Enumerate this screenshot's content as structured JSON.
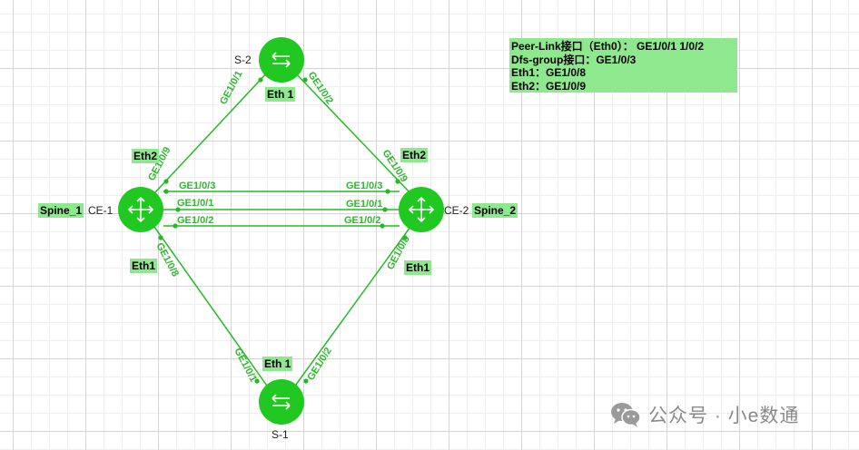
{
  "info_box": {
    "lines": [
      "Peer-Link接口（Eth0）： GE1/0/1 1/0/2",
      "Dfs-group接口：GE1/0/3",
      "Eth1：GE1/0/8",
      "Eth2：GE1/0/9"
    ]
  },
  "nodes": {
    "s2": {
      "name": "S-2",
      "icon": "switch-icon"
    },
    "s1": {
      "name": "S-1",
      "icon": "switch-icon"
    },
    "ce1": {
      "name": "CE-1",
      "icon": "router-icon"
    },
    "ce2": {
      "name": "CE-2",
      "icon": "router-icon"
    }
  },
  "tags": {
    "spine1": "Spine_1",
    "spine2": "Spine_2",
    "s2_eth": "Eth 1",
    "s1_eth": "Eth 1",
    "ce1_eth2": "Eth2",
    "ce1_eth1": "Eth1",
    "ce2_eth2": "Eth2",
    "ce2_eth1": "Eth1"
  },
  "ports": {
    "s2_left": "GE1/0/1",
    "s2_right": "GE1/0/2",
    "ce1_up": "GE1/0/9",
    "ce2_up": "GE1/0/9",
    "ce1_down": "GE1/0/8",
    "ce2_down": "GE1/0/8",
    "s1_left": "GE1/0/1",
    "s1_right": "GE1/0/2",
    "link3_left": "GE1/0/3",
    "link3_right": "GE1/0/3",
    "link1_left": "GE1/0/1",
    "link1_right": "GE1/0/1",
    "link2_left": "GE1/0/2",
    "link2_right": "GE1/0/2"
  },
  "watermark": {
    "text": "公众号 · 小e数通",
    "icon": "wechat-icon"
  },
  "colors": {
    "node_fill": "#22c822",
    "link": "#22bb22",
    "port_text": "#2db82d",
    "tag_bg": "#8ee88e",
    "watermark": "#8a8a8a"
  }
}
